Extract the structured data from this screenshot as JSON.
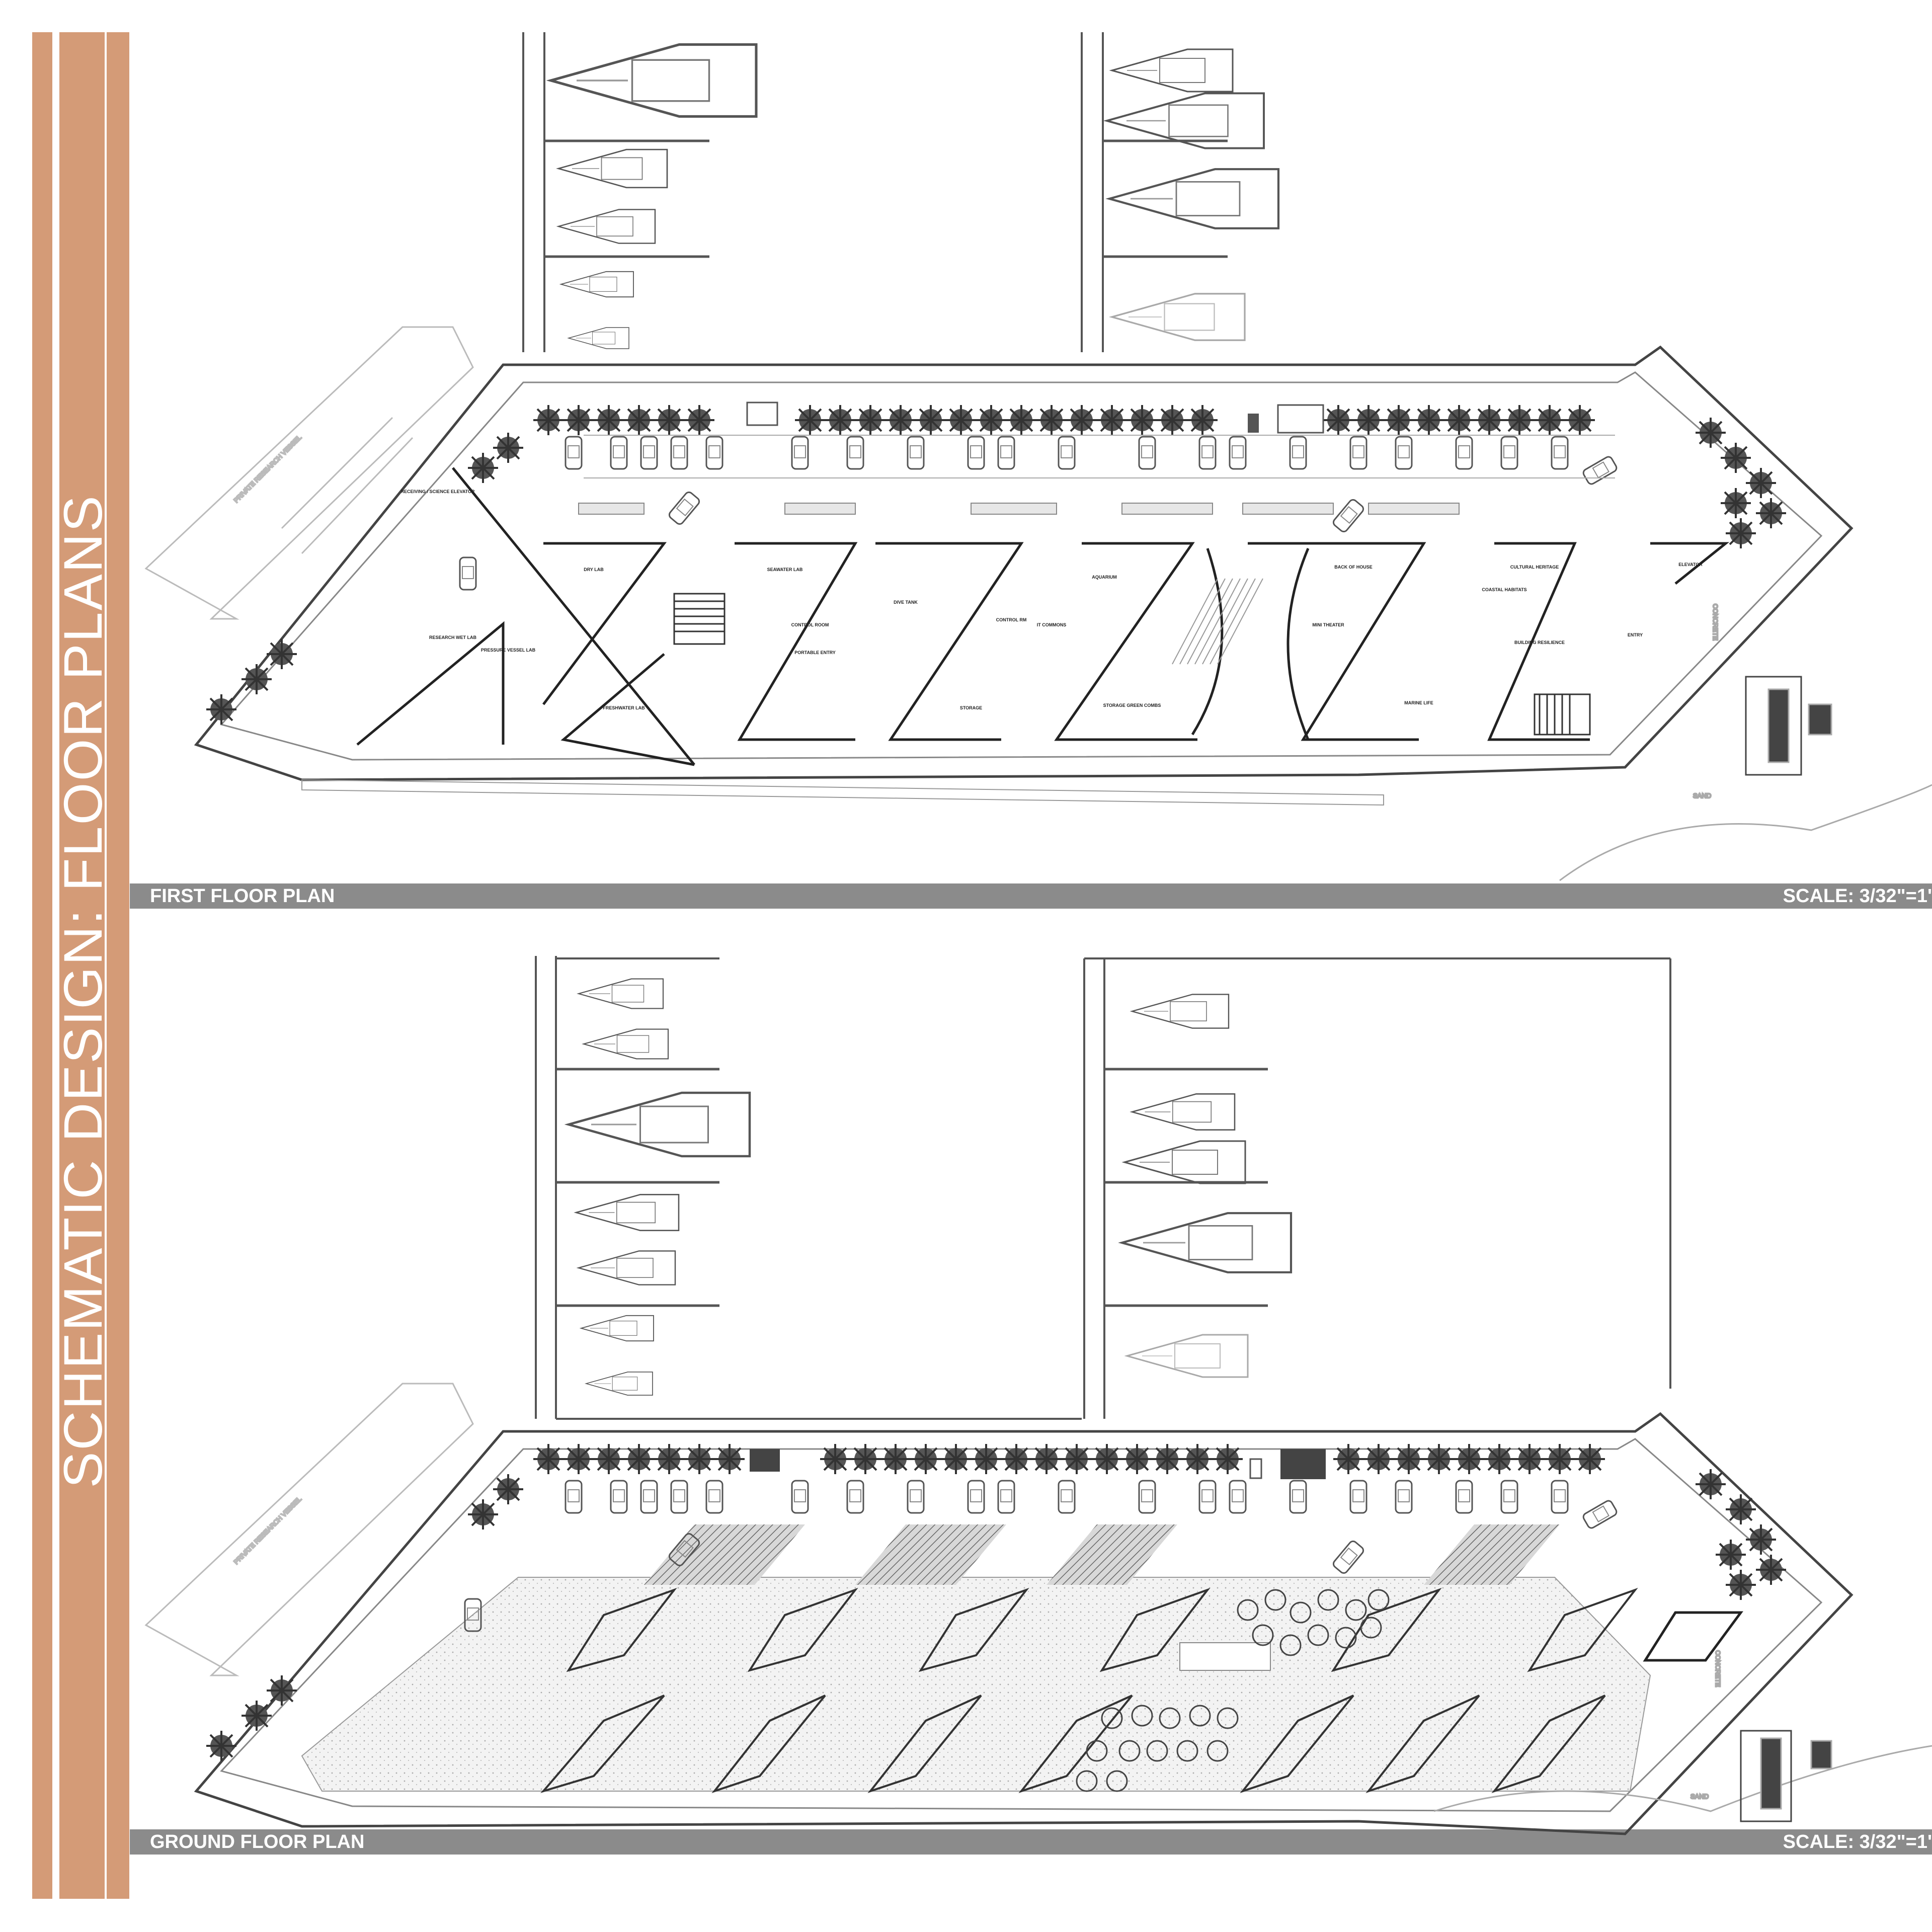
{
  "sheet": {
    "title": "SCHEMATIC DESIGN: FLOOR PLANS",
    "accent_color": "#d49b77",
    "bar_color": "#8b8b8b"
  },
  "plans": [
    {
      "name": "FIRST FLOOR PLAN",
      "scale": "SCALE: 3/32\"=1'"
    },
    {
      "name": "GROUND FLOOR PLAN",
      "scale": "SCALE: 3/32\"=1'"
    }
  ],
  "site_labels": {
    "vessel": "PRIVATE RESEARCH VESSEL",
    "sand": "SAND",
    "concrete": "CONCRETE"
  },
  "first_floor_rooms": [
    "RECEIVING / SCIENCE ELEVATOR",
    "DRY LAB",
    "RESEARCH WET LAB",
    "PRESSURE VESSEL LAB",
    "FRESHWATER LAB",
    "SEAWATER LAB",
    "CONTROL ROOM",
    "DIVE TANK",
    "CONTROL RM",
    "IT COMMONS",
    "PORTABLE ENTRY",
    "STORAGE",
    "AQUARIUM",
    "STORAGE GREEN COMBS",
    "BACK OF HOUSE",
    "MINI THEATER",
    "CULTURAL HERITAGE",
    "COASTAL HABITATS",
    "BUILDING RESILIENCE",
    "MARINE LIFE",
    "ELEVATOR",
    "ENTRY"
  ]
}
